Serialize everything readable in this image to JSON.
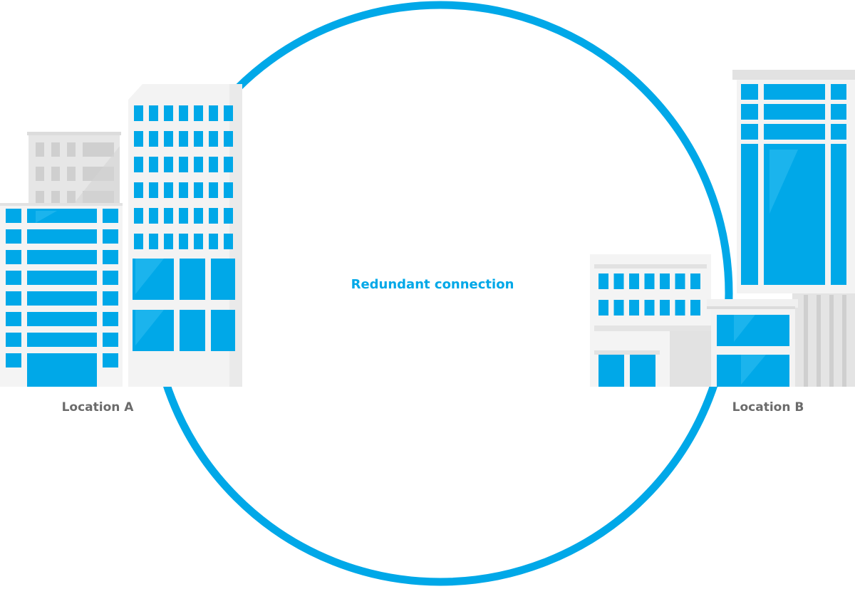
{
  "diagram": {
    "center_label": "Redundant connection",
    "location_a": {
      "label": "Location A"
    },
    "location_b": {
      "label": "Location B"
    }
  },
  "colors": {
    "ring": "#00a8e8",
    "window_blue": "#00a8e8",
    "window_blue_light": "#26b9f0",
    "building_light": "#f3f3f3",
    "building_mid": "#e4e4e4",
    "building_dark": "#d4d4d4",
    "frame_white": "#f6f6f6",
    "label_gray": "#6b6b6b",
    "label_blue": "#00a8e8"
  }
}
